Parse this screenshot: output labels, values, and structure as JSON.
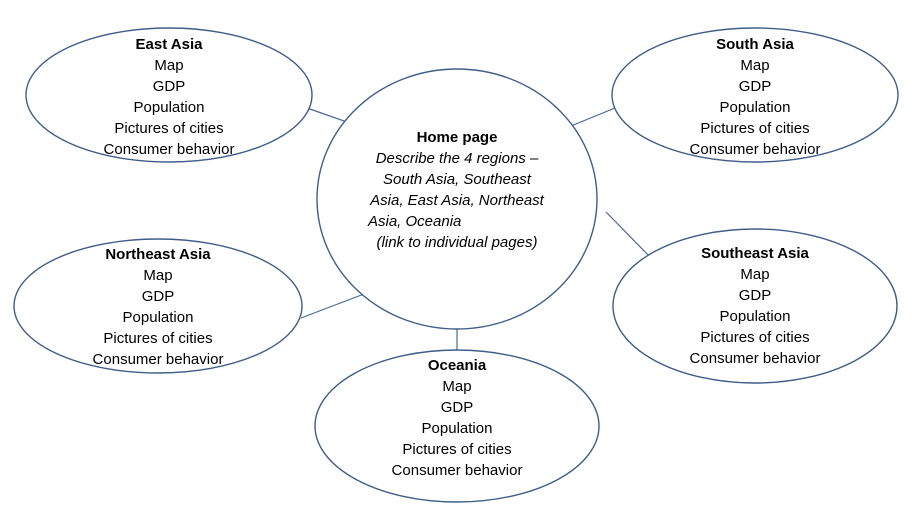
{
  "colors": {
    "ellipse_stroke": "#3f5d8a",
    "connector": "#4a6a9a",
    "text": "#000000",
    "background": "#ffffff"
  },
  "home": {
    "title": "Home page",
    "description": [
      "Describe the 4 regions –",
      "South Asia, Southeast",
      "Asia, East Asia, Northeast",
      "Asia, Oceania",
      "(link to individual pages)"
    ]
  },
  "regions": {
    "east_asia": {
      "title": "East Asia",
      "items": [
        "Map",
        "GDP",
        "Population",
        "Pictures of cities",
        "Consumer behavior"
      ]
    },
    "south_asia": {
      "title": "South Asia",
      "items": [
        "Map",
        "GDP",
        "Population",
        "Pictures of cities",
        "Consumer behavior"
      ]
    },
    "northeast_asia": {
      "title": "Northeast Asia",
      "items": [
        "Map",
        "GDP",
        "Population",
        "Pictures of cities",
        "Consumer behavior"
      ]
    },
    "southeast_asia": {
      "title": "Southeast Asia",
      "items": [
        "Map",
        "GDP",
        "Population",
        "Pictures of cities",
        "Consumer behavior"
      ]
    },
    "oceania": {
      "title": "Oceania",
      "items": [
        "Map",
        "GDP",
        "Population",
        "Pictures of cities",
        "Consumer behavior"
      ]
    }
  }
}
